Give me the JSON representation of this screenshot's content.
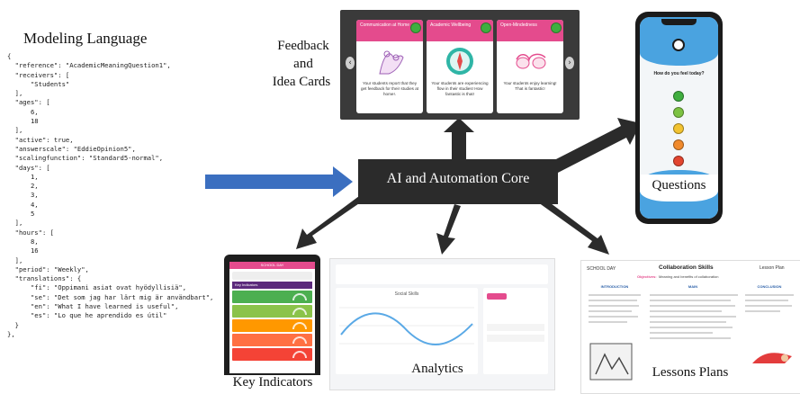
{
  "modeling_language": {
    "title": "Modeling Language",
    "code_lines": [
      "{",
      "  \"reference\": \"AcademicMeaningQuestion1\",",
      "  \"receivers\": [",
      "      \"Students\"",
      "  ],",
      "  \"ages\": [",
      "      6,",
      "      18",
      "  ],",
      "  \"active\": true,",
      "  \"answerscale\": \"EddieOpinion5\",",
      "  \"scalingfunction\": \"Standard5-normal\",",
      "  \"days\": [",
      "      1,",
      "      2,",
      "      3,",
      "      4,",
      "      5",
      "  ],",
      "  \"hours\": [",
      "      8,",
      "      16",
      "  ],",
      "  \"period\": \"Weekly\",",
      "  \"translations\": {",
      "      \"fi\": \"Oppimani asiat ovat hyödyllisiä\",",
      "      \"se\": \"Det som jag har lärt mig är användbart\",",
      "      \"en\": \"What I have learned is useful\",",
      "      \"es\": \"Lo que he aprendido es útil\"",
      "  }",
      "},"
    ]
  },
  "feedback": {
    "label_line1": "Feedback",
    "label_line2": "and",
    "label_line3": "Idea Cards",
    "cards": [
      {
        "title": "Communication at Home",
        "body": "Your students report that they get feedback for their studies at home!."
      },
      {
        "title": "Academic Wellbeing",
        "body": "Your students are experiencing flow in their studies! How fantastic is that!"
      },
      {
        "title": "Open-Mindedness",
        "body": "Your students enjoy learning! That is fantastic!"
      }
    ],
    "nav_prev": "‹",
    "nav_next": "›"
  },
  "core": {
    "label": "AI and Automation Core"
  },
  "questions": {
    "label": "Questions",
    "prompt": "How do you feel today?",
    "face_colors": [
      "#3fae3f",
      "#7cc242",
      "#f2c330",
      "#f08a2c",
      "#e2452f"
    ]
  },
  "key_indicators": {
    "label": "Key Indicators",
    "screen_title": "SCHOOL DAY",
    "section_title": "Key Indicators",
    "row_colors": [
      "#4caf50",
      "#8bc34a",
      "#ff9800",
      "#ff7043",
      "#f44336"
    ]
  },
  "analytics": {
    "label": "Analytics",
    "chart_title": "Social Skills"
  },
  "lessons": {
    "label": "Lessons Plans",
    "brand": "SCHOOL DAY",
    "title": "Collaboration Skills",
    "tag": "Lesson Plan",
    "objectives_label": "Objectives:",
    "objectives_text": "Meaning and benefits of collaboration",
    "columns": [
      "INTRODUCTION",
      "MAIN",
      "CONCLUSION"
    ]
  },
  "colors": {
    "arrow_blue": "#3b6fc0",
    "arrow_dark": "#2b2b2b",
    "card_header": "#e44b8d",
    "phone_accent": "#4aa3e0"
  }
}
